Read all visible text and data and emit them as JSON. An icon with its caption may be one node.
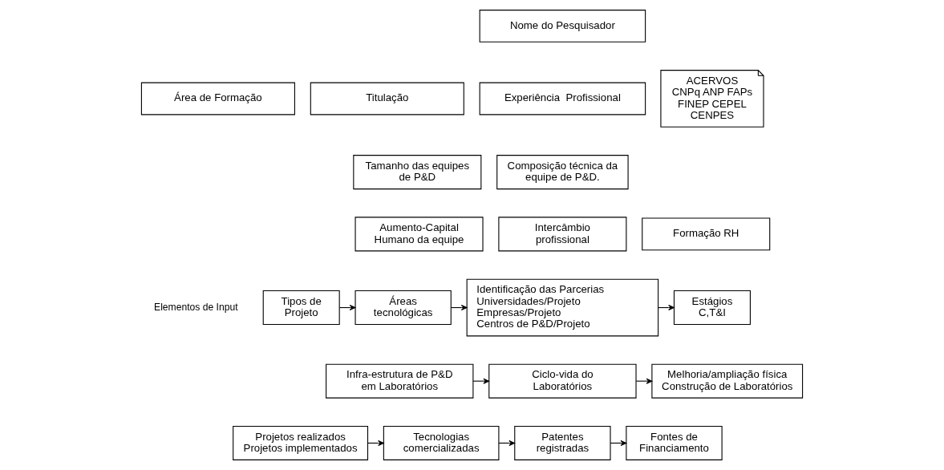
{
  "diagram": {
    "nodes": [
      {
        "text": [
          "Nome do Pesquisador"
        ]
      },
      {
        "text": [
          "Área de Formação"
        ]
      },
      {
        "text": [
          "Titulação"
        ]
      },
      {
        "text": [
          "Experiência  Profissional"
        ]
      },
      {
        "text": [
          "ACERVOS",
          "CNPq ANP FAPs FINEP CEPEL CENPES"
        ]
      },
      {
        "text": [
          "Tamanho das equipes de P&D"
        ]
      },
      {
        "text": [
          "Composição técnica da equipe de P&D."
        ]
      },
      {
        "text": [
          "Aumento-Capital Humano da equipe"
        ]
      },
      {
        "text": [
          "Intercâmbio profissional"
        ]
      },
      {
        "text": [
          "Formação RH"
        ]
      },
      {
        "text": [
          "Tipos de Projeto"
        ]
      },
      {
        "text": [
          "Áreas tecnológicas"
        ]
      },
      {
        "text": [
          "Identificação das Parcerias",
          "Universidades/Projeto",
          "Empresas/Projeto",
          "Centros de P&D/Projeto"
        ]
      },
      {
        "text": [
          "Estágios C,T&I"
        ]
      },
      {
        "text": [
          "Infra-estrutura de P&D em Laboratórios"
        ]
      },
      {
        "text": [
          "Ciclo-vida do Laboratórios"
        ]
      },
      {
        "text": [
          "Melhoria/ampliação física Construção de Laboratórios"
        ]
      },
      {
        "text": [
          "Projetos realizados",
          "Projetos implementados"
        ]
      },
      {
        "text": [
          "Tecnologias comercializadas"
        ]
      },
      {
        "text": [
          "Patentes registradas"
        ]
      },
      {
        "text": [
          "Fontes de Financiamento"
        ]
      }
    ],
    "edges": [
      {
        "from": 10,
        "to": 11,
        "arrow": "to"
      },
      {
        "from": 11,
        "to": 12,
        "arrow": "to"
      },
      {
        "from": 12,
        "to": 13,
        "arrow": "to"
      },
      {
        "from": 14,
        "to": 15,
        "arrow": "to"
      },
      {
        "from": 15,
        "to": 16,
        "arrow": "to"
      },
      {
        "from": 17,
        "to": 18,
        "arrow": "to"
      },
      {
        "from": 18,
        "to": 19,
        "arrow": "to"
      },
      {
        "from": 19,
        "to": 20,
        "arrow": "to"
      }
    ],
    "labels": [
      "Elementos de Input"
    ]
  }
}
